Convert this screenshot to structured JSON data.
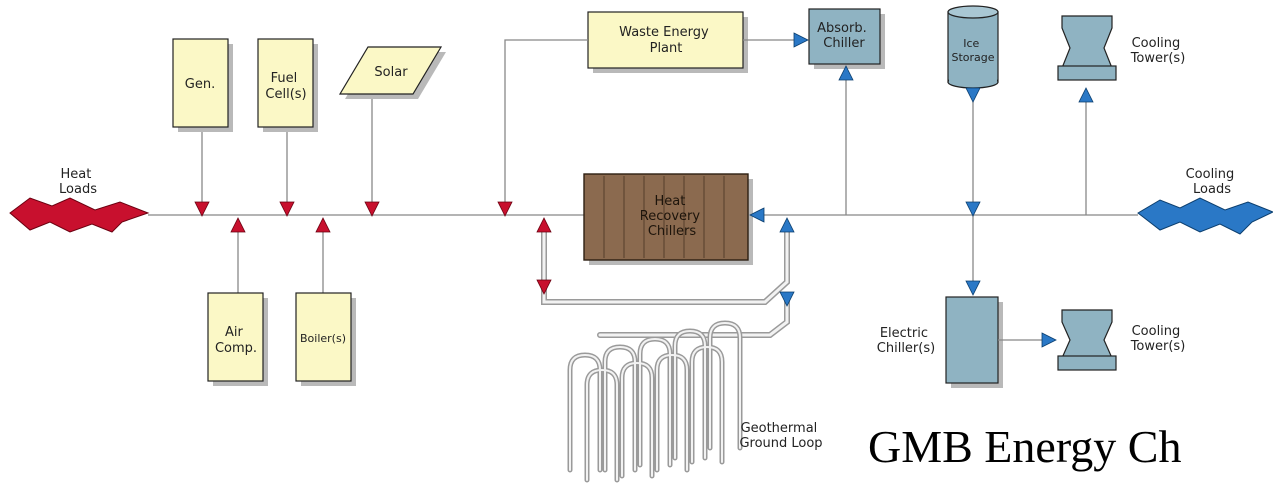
{
  "nodes": {
    "gen": "Gen.",
    "fuel_cell": [
      "Fuel",
      "Cell(s)"
    ],
    "solar": "Solar",
    "waste_energy": [
      "Waste Energy",
      "Plant"
    ],
    "absorb_chiller": [
      "Absorb.",
      "Chiller"
    ],
    "ice_storage": [
      "Ice",
      "Storage"
    ],
    "cooling_tower_top": [
      "Cooling",
      "Tower(s)"
    ],
    "heat_loads": [
      "Heat",
      "Loads"
    ],
    "heat_recovery": [
      "Heat",
      "Recovery",
      "Chillers"
    ],
    "cooling_loads": [
      "Cooling",
      "Loads"
    ],
    "air_comp": [
      "Air",
      "Comp."
    ],
    "boiler": "Boiler(s)",
    "electric_chiller": [
      "Electric",
      "Chiller(s)"
    ],
    "cooling_tower_bottom": [
      "Cooling",
      "Tower(s)"
    ],
    "geothermal": [
      "Geothermal",
      "Ground Loop"
    ]
  },
  "caption": "GMB Energy Ch",
  "colors": {
    "heat": "#c8102e",
    "cooling": "#2a78c6",
    "source_box": "#fbf8c6",
    "chiller_box": "#8fb3c2",
    "recovery_box": "#8b6a4f"
  }
}
